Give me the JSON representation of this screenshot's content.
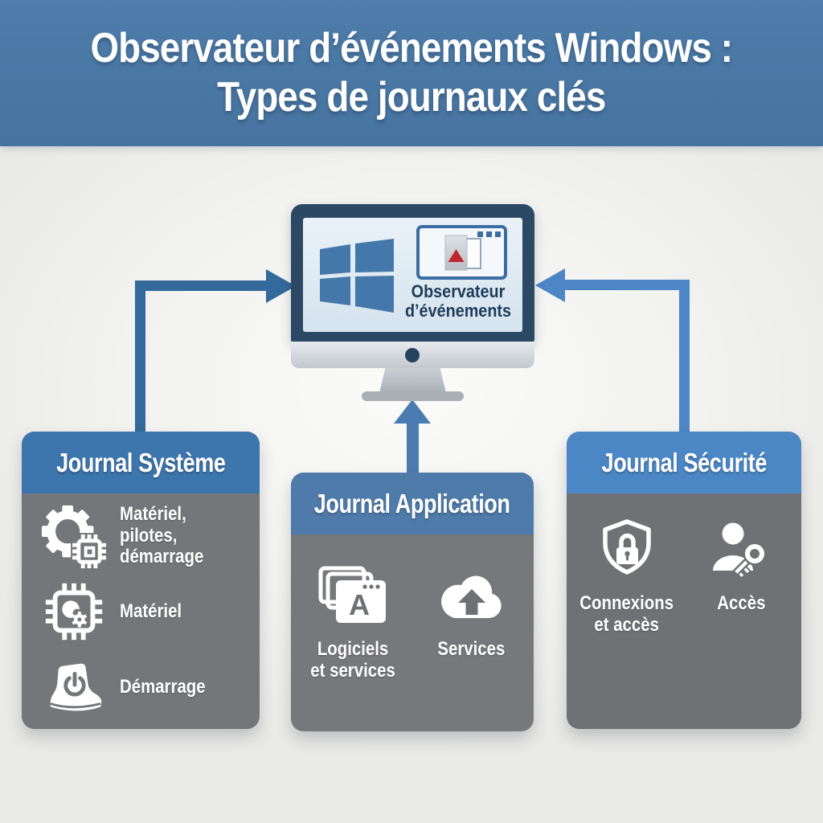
{
  "title": "Observateur d’événements Windows :\nTypes de journaux clés",
  "monitor": {
    "app_label": "Observateur\nd’événements"
  },
  "boxes": [
    {
      "title": "Journal Système",
      "header_color": "#3d75ad",
      "body_color": "#747679",
      "items": [
        {
          "icon": "gear-chip-icon",
          "label": "Matériel, pilotes,\ndémarrage"
        },
        {
          "icon": "chip-icon",
          "label": "Matériel"
        },
        {
          "icon": "boot-power-icon",
          "label": "Démarrage"
        }
      ]
    },
    {
      "title": "Journal Application",
      "header_color": "#4e7ba9",
      "body_color": "#77787c",
      "items": [
        {
          "icon": "apps-stack-icon",
          "label": "Logiciels\net services"
        },
        {
          "icon": "cloud-upload-icon",
          "label": "Services"
        }
      ]
    },
    {
      "title": "Journal Sécurité",
      "header_color": "#4b87c4",
      "body_color": "#6f7174",
      "items": [
        {
          "icon": "shield-lock-icon",
          "label": "Connexions\net accès"
        },
        {
          "icon": "user-key-icon",
          "label": "Accès"
        }
      ]
    }
  ],
  "colors": {
    "banner": "#4a79a7",
    "arrow_left": "#33699b",
    "arrow_middle": "#4a7cb1",
    "arrow_right": "#4d86c6",
    "windows_blue": "#4478ab",
    "app_window_blue": "#3a6da3",
    "alert_red": "#c0272d",
    "screen_text": "#1e3c59",
    "monitor_bezel": "#2b4964"
  }
}
